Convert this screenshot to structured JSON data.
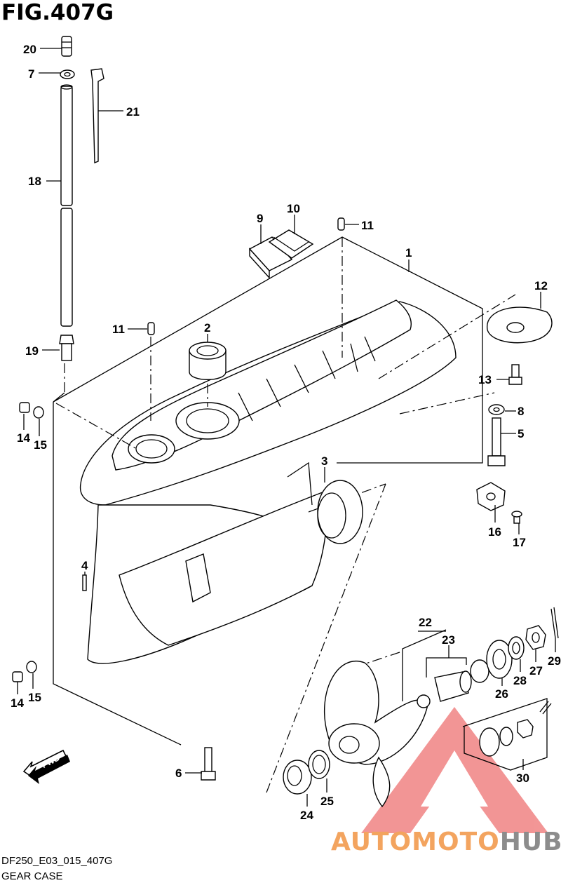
{
  "figure": {
    "title": "FIG.407G",
    "code": "DF250_E03_015_407G",
    "name": "GEAR CASE",
    "fwd_label": "FWD"
  },
  "watermark": {
    "part1": "AUTOMOTO",
    "part2": "HUB",
    "color_logo": "#e84040",
    "color_text1": "#f3a45f",
    "color_text2": "#8c8c8c"
  },
  "callouts": [
    "1",
    "2",
    "3",
    "4",
    "5",
    "6",
    "7",
    "8",
    "9",
    "10",
    "11",
    "11",
    "12",
    "13",
    "14",
    "14",
    "15",
    "15",
    "16",
    "17",
    "18",
    "19",
    "20",
    "21",
    "22",
    "23",
    "24",
    "25",
    "26",
    "27",
    "28",
    "29",
    "30"
  ]
}
